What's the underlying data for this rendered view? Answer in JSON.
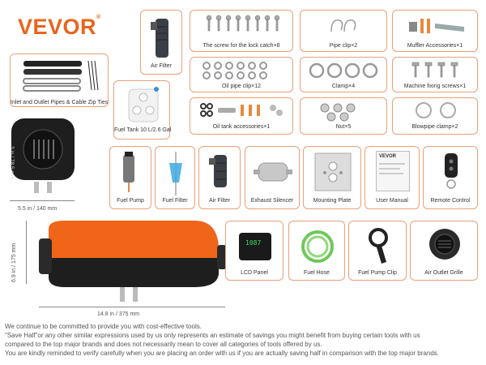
{
  "brand": {
    "name": "VEVOR",
    "reg": "®"
  },
  "items": {
    "air_filter_top": "Air Filter",
    "screw_lock_catch": "The screw for the lock catch×8",
    "pipe_clip": "Pipe clip×2",
    "muffler_accessories": "Muffler Accessories×1",
    "oil_pipe_clip": "Oil pipe clip×12",
    "clamp": "Clamp×4",
    "machine_fixing_screws": "Machine fixing screws×1",
    "inlet_outlet_pipes": "Inlet and Outlet Pipes & Cable Zip Ties",
    "fuel_tank": "Fuel Tank 10 L/2.6 Gal",
    "oil_tank_accessories": "Oil tank accessories×1",
    "nut": "Nut×5",
    "blowpipe_clamp": "Blowpipe clamp×2",
    "fuel_pump": "Fuel Pump",
    "fuel_filter": "Fuel Filter",
    "air_filter": "Air Filter",
    "exhaust_silencer": "Exhaust Silencer",
    "mounting_plate": "Mounting Plate",
    "user_manual": "User Manual",
    "remote_control": "Remote Control",
    "lcd_panel": "LCD Panel",
    "fuel_hose": "Fuel Hose",
    "fuel_pump_clip": "Fuel Pump Clip",
    "air_outlet_grille": "Air Outlet Grille"
  },
  "manual_brand": "VEVOR",
  "lcd_value": "1087",
  "dimensions": {
    "front_height": "3 in / 78.5 mm",
    "front_width": "5.5 in / 140 mm",
    "side_height": "6.9 in / 175 mm",
    "side_length": "14.8 in / 375 mm"
  },
  "disclaimer": {
    "line1": "We continue to be committed to provide you with cost-effective tools.",
    "line2": "\"Save Half\"or any other similar expressions used by us only represents an estimate of savings you might benefit from buying certain tools with us",
    "line3": "compared to the top major brands and does not necessarily mean to cover all categories of tools offered by us.",
    "line4": "You are kindly reminded to verify carefully when you are placing an order with us if you are actually saving half in comparison with the top major brands."
  },
  "colors": {
    "brand_orange": "#e8641c",
    "card_border": "#e8a07a",
    "lcd_green": "#3ddc6a"
  }
}
